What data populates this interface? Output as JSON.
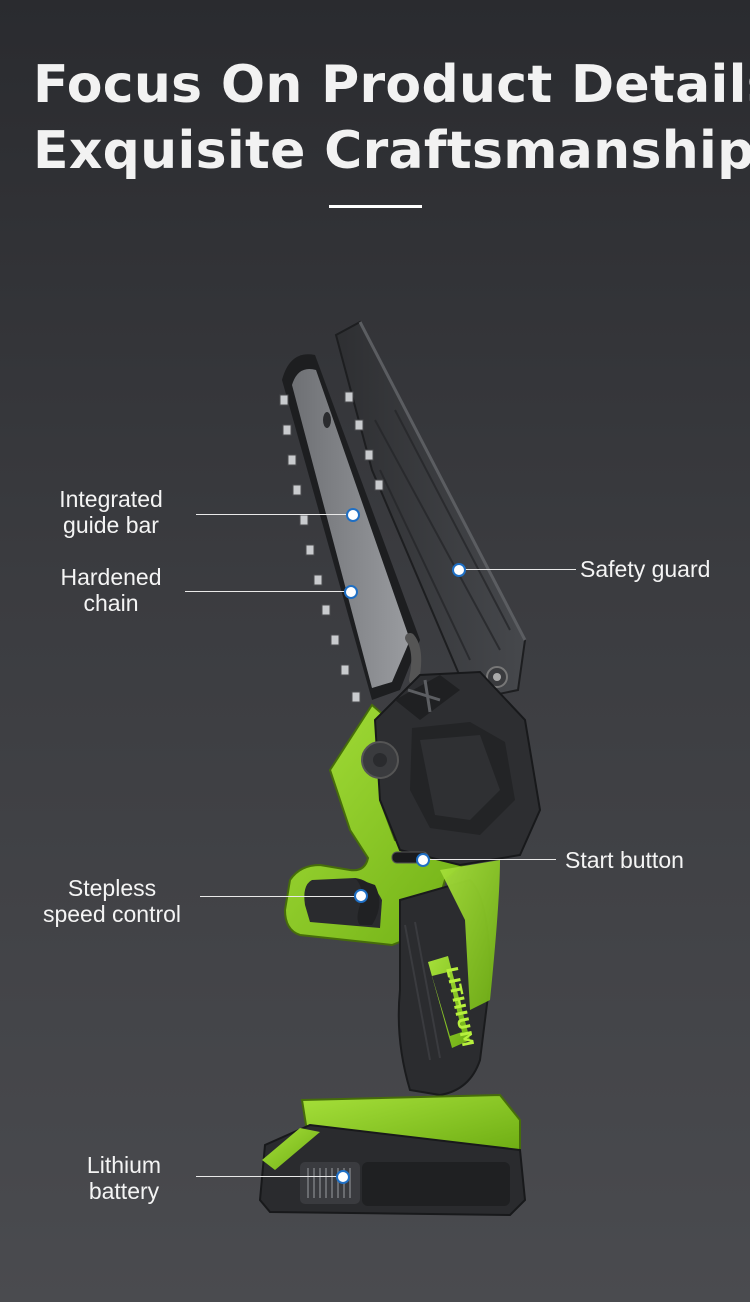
{
  "headline": {
    "line1": "Focus On Product Details",
    "line2": "Exquisite Craftsmanship"
  },
  "product_text": {
    "lithium_mark": "LITHIUM"
  },
  "callouts": {
    "guide_bar": {
      "line1": "Integrated",
      "line2": "guide bar"
    },
    "chain": {
      "line1": "Hardened",
      "line2": "chain"
    },
    "safety_guard": {
      "line1": "Safety guard"
    },
    "start_button": {
      "line1": "Start button"
    },
    "speed_control": {
      "line1": "Stepless",
      "line2": "speed control"
    },
    "battery": {
      "line1": "Lithium",
      "line2": "battery"
    }
  },
  "colors": {
    "accent_green": "#8fd11f",
    "body_dark": "#2b2c2f",
    "dot_border": "#1f6fc4",
    "text": "#f2f2f2"
  }
}
